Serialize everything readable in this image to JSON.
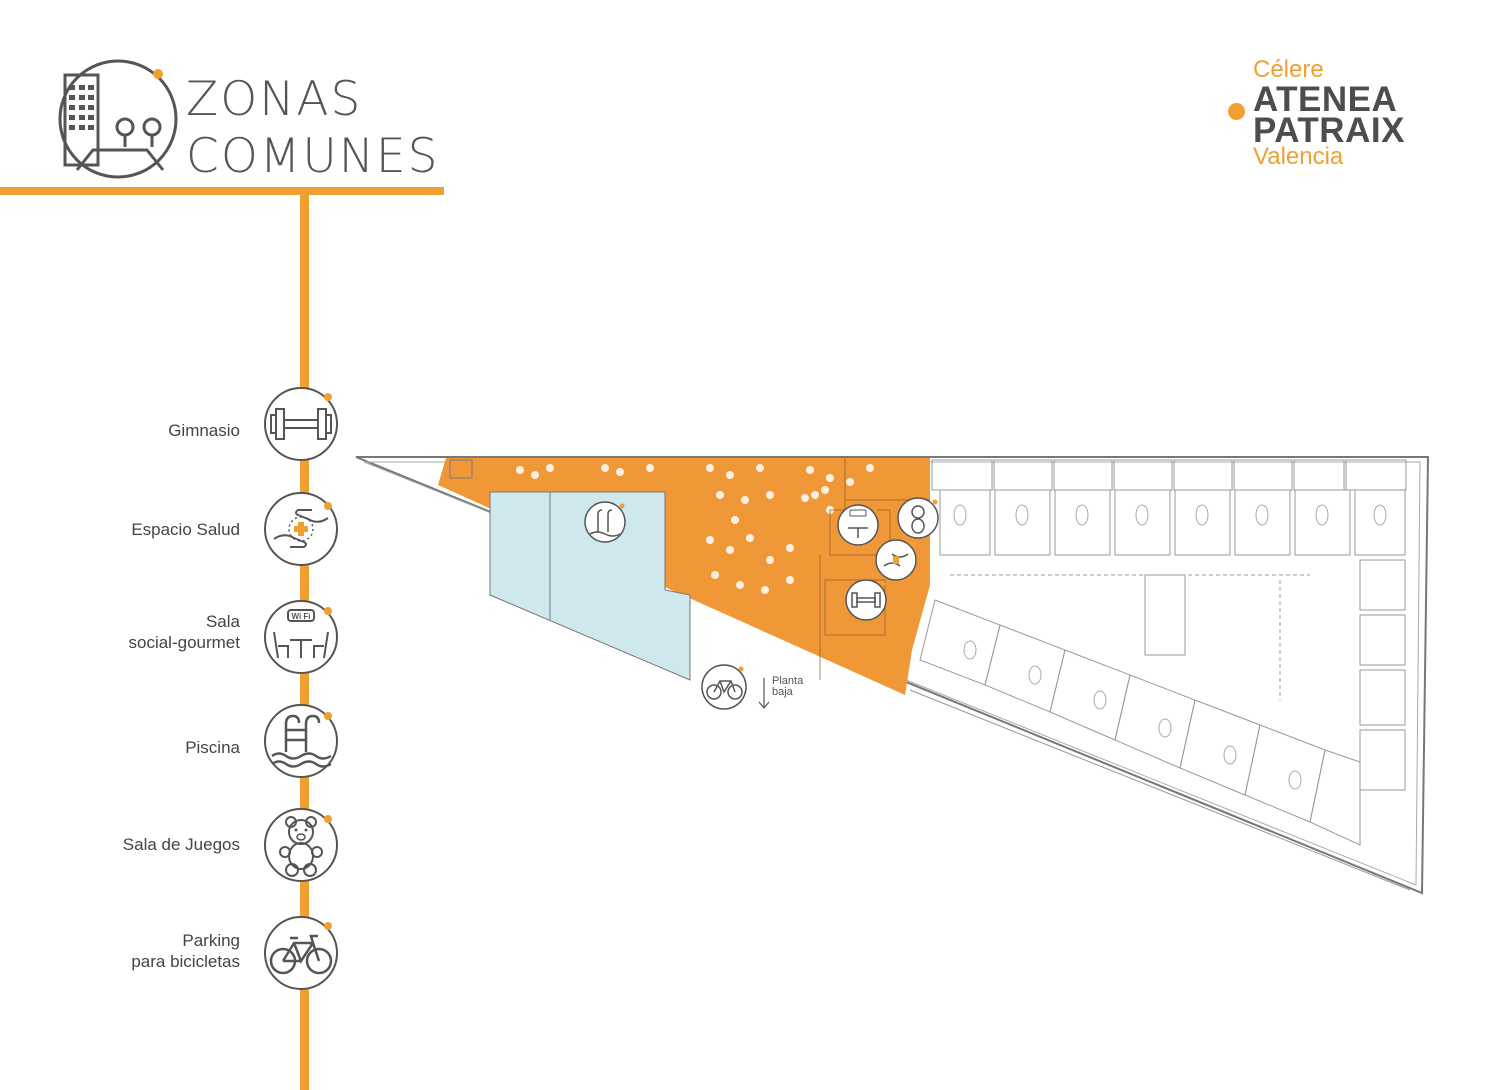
{
  "header": {
    "title_line1": "ZONAS",
    "title_line2": "COMUNES"
  },
  "brand": {
    "line1": "Célere",
    "line2": "ATENEA",
    "line3": "PATRAIX",
    "line4": "Valencia"
  },
  "legend": {
    "items": [
      {
        "label": "Gimnasio",
        "icon": "dumbbell-icon"
      },
      {
        "label": "Espacio Salud",
        "icon": "health-hands-icon"
      },
      {
        "label": "Sala\nsocial-gourmet",
        "icon": "wifi-dining-icon"
      },
      {
        "label": "Piscina",
        "icon": "pool-icon"
      },
      {
        "label": "Sala de Juegos",
        "icon": "teddy-bear-icon"
      },
      {
        "label": "Parking\npara bicicletas",
        "icon": "bicycle-icon"
      }
    ]
  },
  "plan": {
    "bike_note_line1": "Planta",
    "bike_note_line2": "baja"
  },
  "colors": {
    "accent": "#f0a030",
    "common_area": "#f09838",
    "pool": "#cfe8ee",
    "lines": "#555555"
  }
}
